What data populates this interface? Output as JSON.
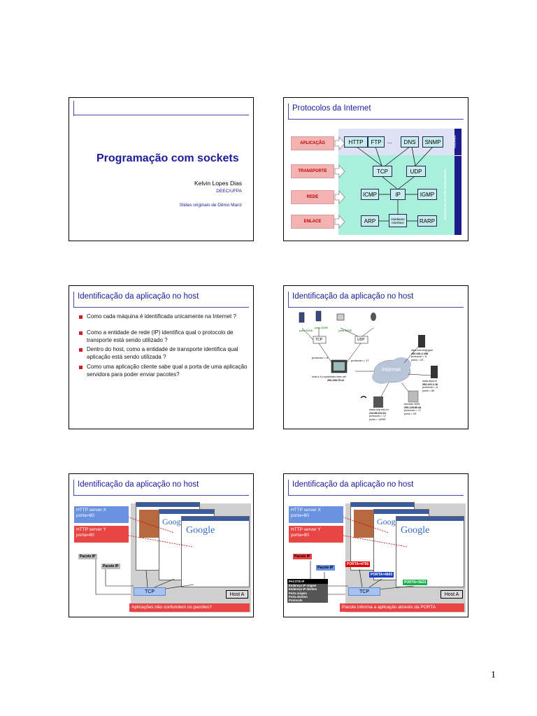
{
  "slide1": {
    "title": "Programação com sockets",
    "author": "Kelvin Lopes Dias",
    "affiliation": "DEEC/UFPA",
    "note": "Slides originais de Dênio Mariz"
  },
  "slide2": {
    "title": "Protocolos da Internet",
    "layers": [
      "APLICAÇÃO",
      "TRANSPORTE",
      "REDE",
      "ENLACE"
    ],
    "app_protocols": [
      "HTTP",
      "FTP",
      "...",
      "DNS",
      "SNMP"
    ],
    "transport_protocols": [
      "TCP",
      "UDP"
    ],
    "network_protocols": [
      "ICMP",
      "IP",
      "IGMP"
    ],
    "link_protocols": [
      "ARP",
      "Hardware Interface",
      "RARP"
    ],
    "side_user": "USUÁRIO",
    "side_os": "NÚCLEO DO SISTEMA OPERACIONAL"
  },
  "slide3": {
    "title": "Identificação da aplicação no host",
    "bullets": [
      "Como cada máquina é identificada unicamente na Internet ?",
      "Como a entidade de rede (IP) identifica qual o protocolo de transporte está sendo utilizado ?",
      "Dentro do host, como a entidade de transporte identifica qual aplicação está sendo utilizada ?",
      "Como uma aplicação cliente sabe qual a porta de uma aplicação servidora para poder enviar pacotes?"
    ]
  },
  "slide4": {
    "title": "Identificação da aplicação no host",
    "tcp": "TCP",
    "udp": "UDP",
    "internet": "Internet",
    "port_labels": [
      "porta 32048",
      "porta 32096",
      "porta 32048"
    ],
    "proto6": "protocolo = 6",
    "proto17": "protocolo = 17",
    "host_local": "host-e.1x.mydomain.inter.net",
    "host_local_ip": "200.198.75.12",
    "server1": [
      "ufpa.edu.br/ppgee",
      "200.181.2.198",
      "protocolo = 6",
      "porta = 23"
    ],
    "server2": [
      "www.ufpa.br",
      "200.221.2.16",
      "protocolo = 6",
      "porta = 80"
    ],
    "server3": [
      "www.voip.edu.br",
      "212.88.221.61",
      "protocolo = 17",
      "porta = 14050"
    ],
    "server4": [
      "servidor DNS",
      "200.128.80.44",
      "protocolo = 17",
      "porta = 53"
    ]
  },
  "slide5": {
    "title": "Identificação da aplicação no host",
    "server_x": [
      "HTTP server X",
      "porta=80"
    ],
    "server_y": [
      "HTTP server Y",
      "porta=80"
    ],
    "packet1": "Pacote IP",
    "packet2": "Pacote IP",
    "tcp": "TCP",
    "host": "Host A",
    "caption": "Aplicações não confundem os pacotes?",
    "browser_logo": "Google"
  },
  "slide6": {
    "title": "Identificação da aplicação no host",
    "server_x": [
      "HTTP server X",
      "porta=80"
    ],
    "server_y": [
      "HTTP server Y",
      "porta=80"
    ],
    "packet1": "Pacote IP",
    "packet2": "Pacote IP",
    "port_a": "PORTA=4756",
    "port_b": "PORTA=4843",
    "port_c": "PORTA=3623",
    "legend_title": "PACOTE IP",
    "legend_lines": [
      "Endereço IP origem",
      "Endereço IP destino",
      "Porta origem",
      "Porta destino",
      "Protocolo"
    ],
    "tcp": "TCP",
    "host": "Host A",
    "caption": "Pacote informa a aplicação através da PORTA",
    "browser_logo": "Google"
  },
  "page": {
    "number": "1"
  },
  "colors": {
    "title_blue": "#1a1a9a",
    "layer_red": "#c00000",
    "app_band": "#dde3f5",
    "os_band": "#a8f0dc",
    "side_bar": "#1c1c8c"
  }
}
